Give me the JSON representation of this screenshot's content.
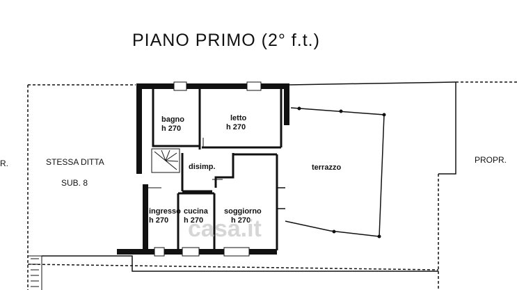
{
  "title": "PIANO PRIMO (2° f.t.)",
  "labels": {
    "left_edge": "R.",
    "neighbor_left_1": "STESSA DITTA",
    "neighbor_left_2": "SUB. 8",
    "neighbor_right": "PROPR."
  },
  "rooms": {
    "bagno": {
      "name": "bagno",
      "height": "h 270"
    },
    "letto": {
      "name": "letto",
      "height": "h 270"
    },
    "disimp": {
      "name": "disimp."
    },
    "terrazzo": {
      "name": "terrazzo"
    },
    "ingresso": {
      "name": "ingresso",
      "height": "h 270"
    },
    "cucina": {
      "name": "cucina",
      "height": "h 270"
    },
    "soggiorno": {
      "name": "soggiorno",
      "height": "h 270"
    }
  },
  "watermark": "casa.it",
  "colors": {
    "ink": "#111111",
    "background": "#ffffff",
    "watermark": "#b4b4b4"
  }
}
